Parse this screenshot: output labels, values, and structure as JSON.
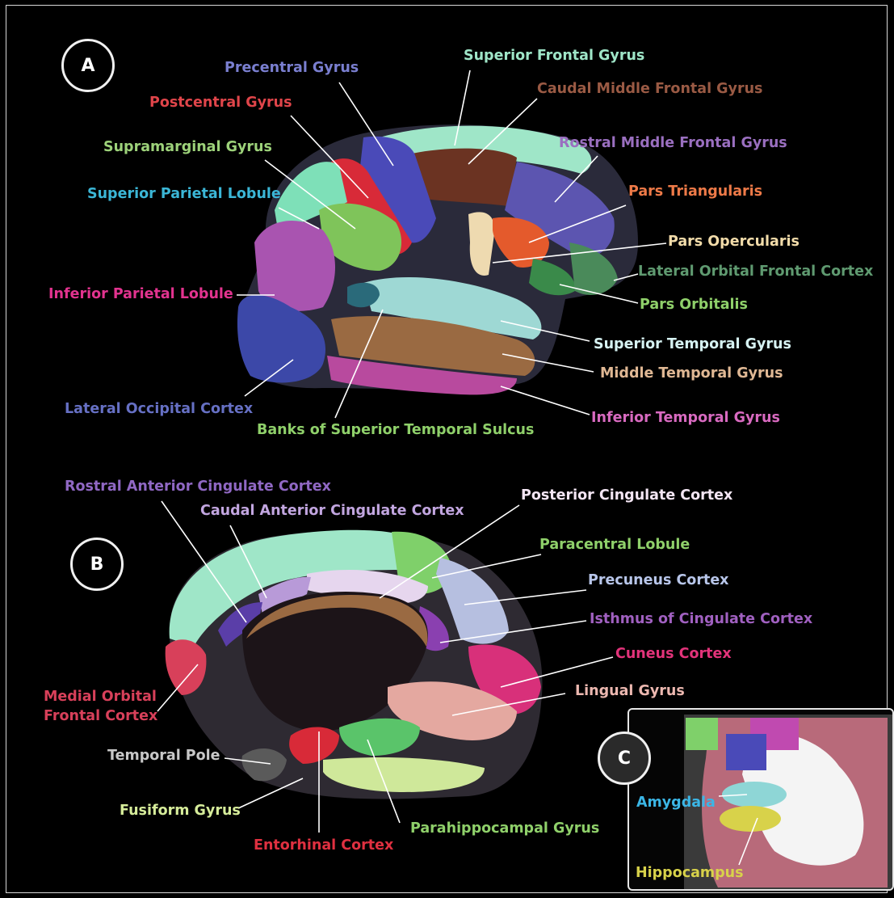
{
  "panel_a": {
    "badge": "A",
    "labels": {
      "precentral": {
        "text": "Precentral Gyrus",
        "color": "#7a7fd0"
      },
      "postcentral": {
        "text": "Postcentral Gyrus",
        "color": "#e0454a"
      },
      "supramarginal": {
        "text": "Supramarginal Gyrus",
        "color": "#9dd27a"
      },
      "superior_parietal": {
        "text": "Superior Parietal Lobule",
        "color": "#3bb6d6"
      },
      "inferior_parietal": {
        "text": "Inferior Parietal Lobule",
        "color": "#e2338f"
      },
      "lateral_occipital": {
        "text": "Lateral Occipital Cortex",
        "color": "#6670c4"
      },
      "banks_sts": {
        "text": "Banks of Superior Temporal Sulcus",
        "color": "#8fd06a"
      },
      "superior_frontal": {
        "text": "Superior Frontal Gyrus",
        "color": "#9fe6c8"
      },
      "caudal_middle_frontal": {
        "text": "Caudal Middle Frontal Gyrus",
        "color": "#9a5a44"
      },
      "rostral_middle_frontal": {
        "text": "Rostral Middle Frontal Gyrus",
        "color": "#9a6fc0"
      },
      "pars_triangularis": {
        "text": "Pars Triangularis",
        "color": "#ee7a48"
      },
      "pars_opercularis": {
        "text": "Pars Opercularis",
        "color": "#f2dcaa"
      },
      "lateral_orbital_frontal": {
        "text": "Lateral Orbital Frontal Cortex",
        "color": "#5f9a70"
      },
      "pars_orbitalis": {
        "text": "Pars Orbitalis",
        "color": "#8fd06a"
      },
      "superior_temporal": {
        "text": "Superior Temporal Gyrus",
        "color": "#d6f2f2"
      },
      "middle_temporal": {
        "text": "Middle Temporal Gyrus",
        "color": "#e0b894"
      },
      "inferior_temporal": {
        "text": "Inferior Temporal Gyrus",
        "color": "#d86ac0"
      }
    }
  },
  "panel_b": {
    "badge": "B",
    "labels": {
      "rostral_anterior_cingulate": {
        "text": "Rostral Anterior Cingulate Cortex",
        "color": "#9068c4"
      },
      "caudal_anterior_cingulate": {
        "text": "Caudal Anterior Cingulate Cortex",
        "color": "#c2a6e0"
      },
      "posterior_cingulate": {
        "text": "Posterior Cingulate Cortex",
        "color": "#f4e6f4"
      },
      "paracentral": {
        "text": "Paracentral Lobule",
        "color": "#8fd06a"
      },
      "precuneus": {
        "text": "Precuneus Cortex",
        "color": "#b8c6ea"
      },
      "isthmus_cingulate": {
        "text": "Isthmus of Cingulate Cortex",
        "color": "#a060c0"
      },
      "cuneus": {
        "text": "Cuneus Cortex",
        "color": "#e2337a"
      },
      "lingual": {
        "text": "Lingual Gyrus",
        "color": "#ecb8b0"
      },
      "medial_orbital_frontal_1": {
        "text": "Medial Orbital",
        "color": "#d8405a"
      },
      "medial_orbital_frontal_2": {
        "text": "Frontal Cortex",
        "color": "#d8405a"
      },
      "temporal_pole": {
        "text": "Temporal Pole",
        "color": "#c8c8c8"
      },
      "fusiform": {
        "text": "Fusiform Gyrus",
        "color": "#d6ec9a"
      },
      "entorhinal": {
        "text": "Entorhinal Cortex",
        "color": "#e03040"
      },
      "parahippocampal": {
        "text": "Parahippocampal Gyrus",
        "color": "#8fd06a"
      }
    }
  },
  "panel_c": {
    "badge": "C",
    "labels": {
      "amygdala": {
        "text": "Amygdala",
        "color": "#3bb6e6"
      },
      "hippocampus": {
        "text": "Hippocampus",
        "color": "#d8d24a"
      }
    }
  }
}
